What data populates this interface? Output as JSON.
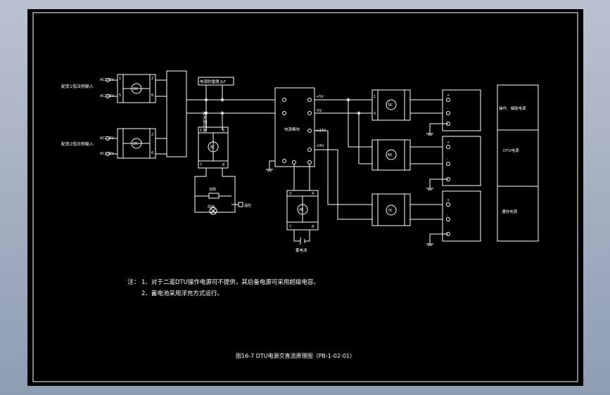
{
  "inputs": {
    "line1_v1": "AC220V",
    "line1_label": "配变1低压侧输入",
    "line1_v2": "AC220V",
    "line2_v1": "AC220V",
    "line2_label": "配变2低压侧输入",
    "line2_v2": "AC220V"
  },
  "relays": {
    "r1": "1K",
    "r2": "2K",
    "r3": "3K",
    "r4": "4K",
    "r5": "5K",
    "r6": "6K",
    "r7": "7K"
  },
  "pins": {
    "p1": "1",
    "p2": "2",
    "p3": "3",
    "p4": "4",
    "p5": "5",
    "p6": "6",
    "p7": "7",
    "p8": "8"
  },
  "blocks": {
    "auto_switch": "双电源切换",
    "surge": "电源防雷器 JLF",
    "power_module": "电源模块",
    "battery": "蓄电池",
    "fan": "风扇",
    "heater": "加热",
    "contact": "温控"
  },
  "outputs": {
    "v_a": "+5V",
    "v_b": "-5V",
    "v_c": "+24V",
    "v_d": "-24V",
    "box1": "操作、储能电源",
    "box2": "DTU电源",
    "box3": "通信电源",
    "plus": "+",
    "minus": "-"
  },
  "notes": {
    "prefix": "注：",
    "n1": "1、对于二遥DTU操作电源可不提供，其后备电源可采用超级电容。",
    "n2": "2、蓄电池采用浮充方式运行。"
  },
  "caption": "图16-7  DTU电源交直流原理图（PB-1-02-01）"
}
